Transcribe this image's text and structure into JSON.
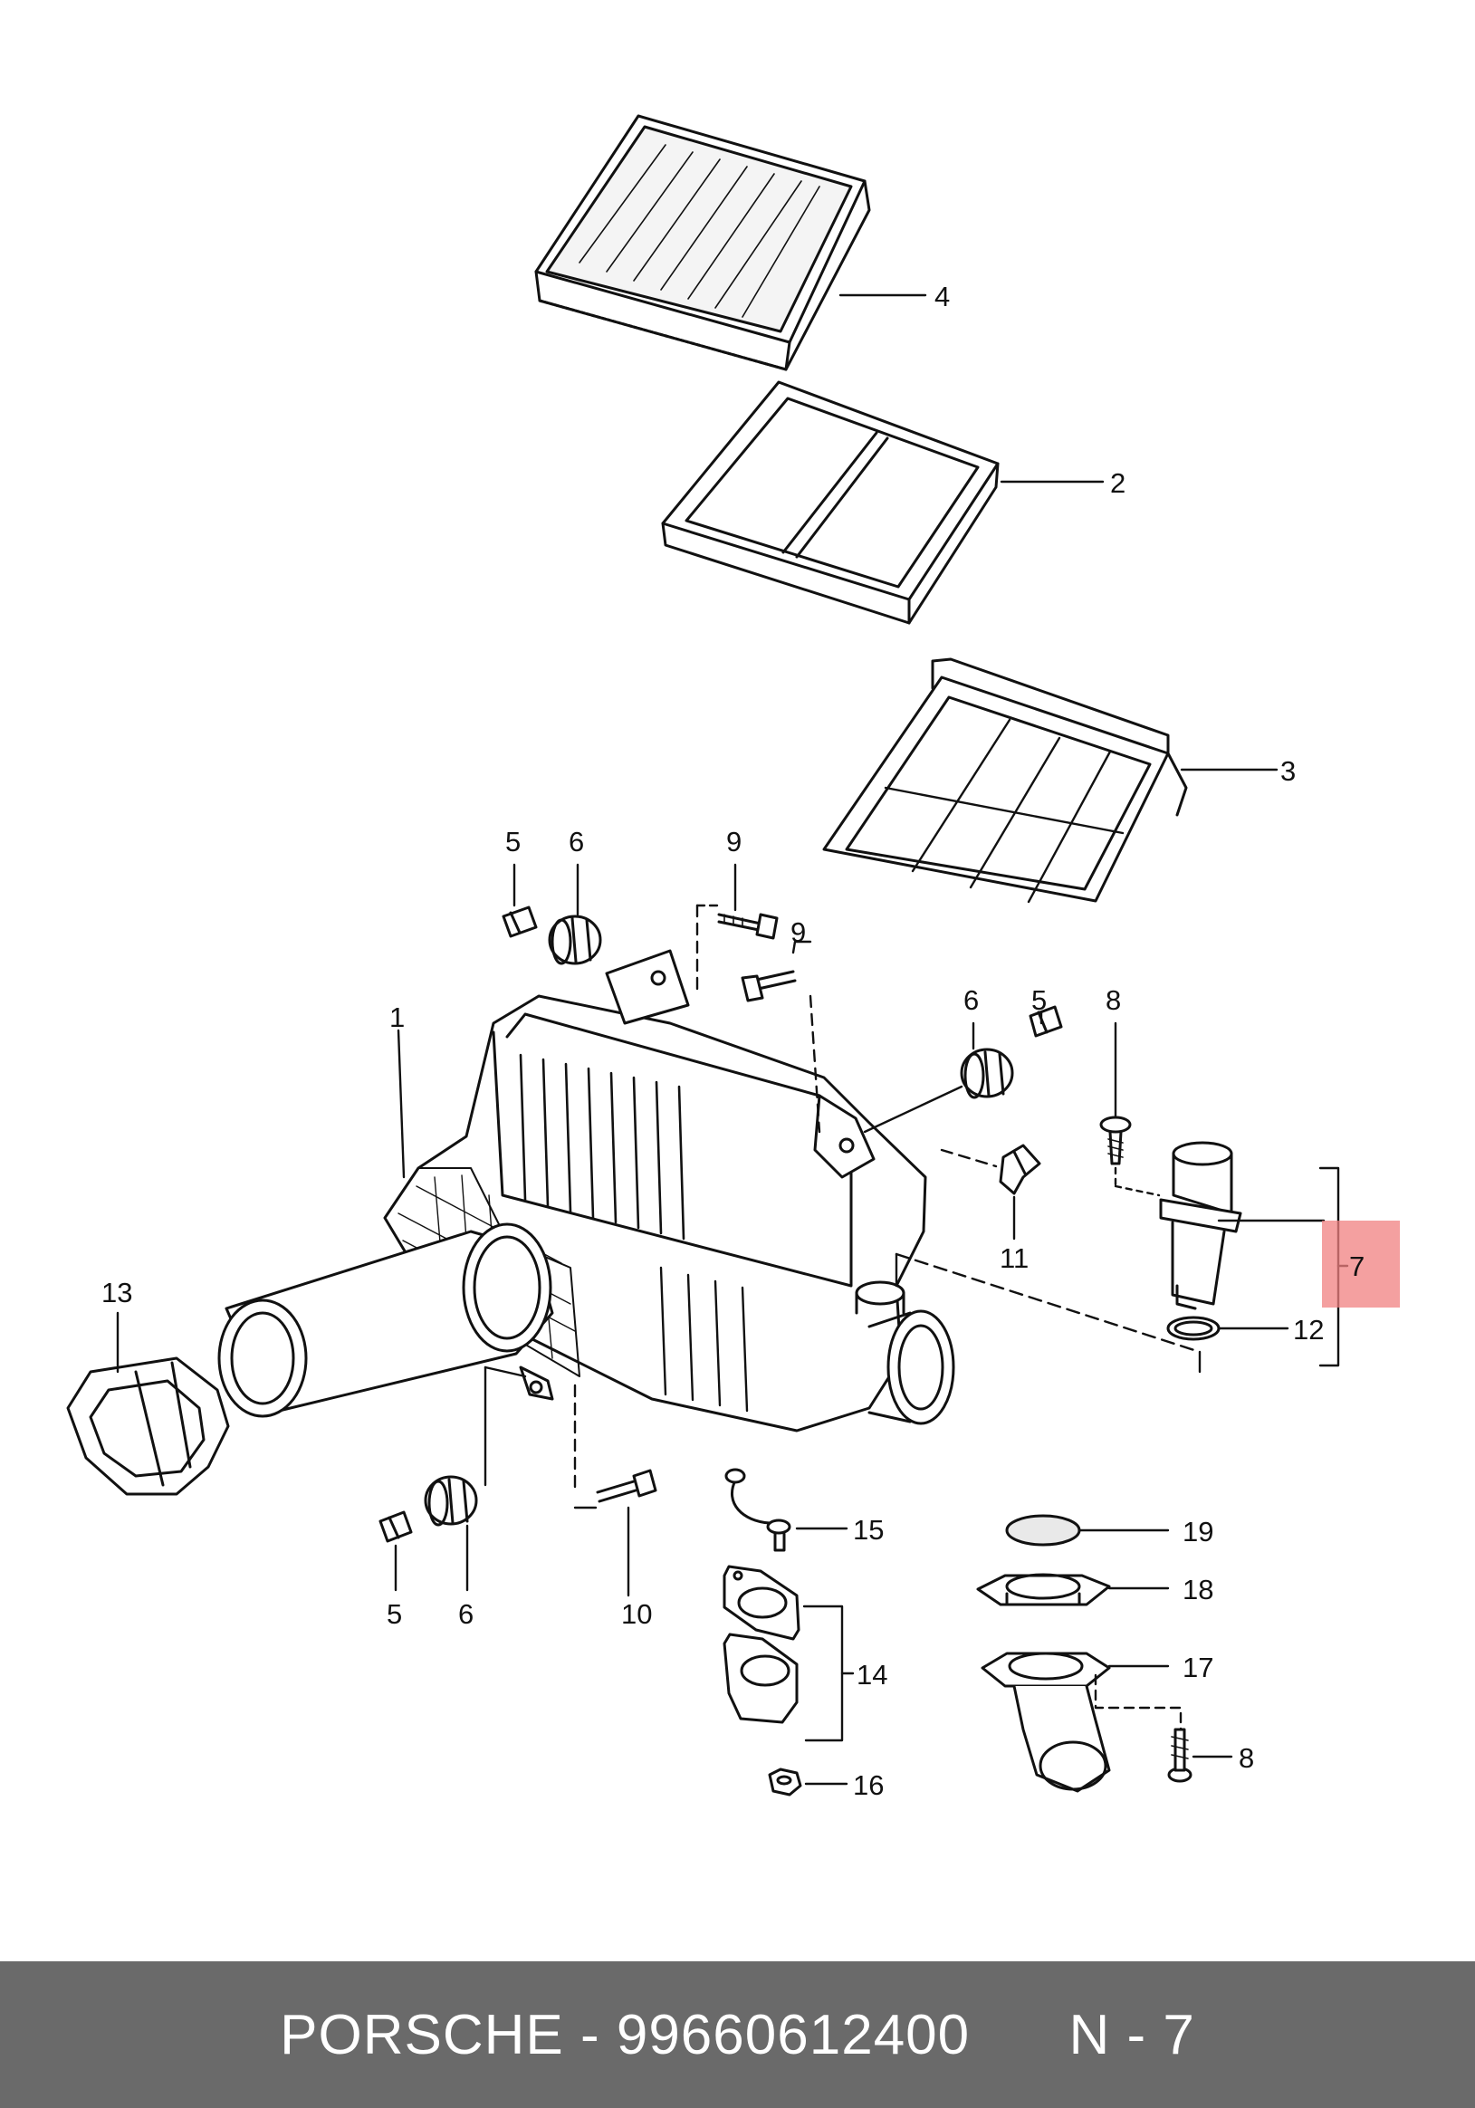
{
  "colors": {
    "ink": "#111111",
    "footer_bg": "#6a6a6a",
    "footer_text": "#ffffff",
    "highlight": "#f08080"
  },
  "callouts": {
    "c4": "4",
    "c2": "2",
    "c3": "3",
    "c5a": "5",
    "c6a": "6",
    "c9a": "9",
    "c9b": "9",
    "c6b": "6",
    "c5b": "5",
    "c8a": "8",
    "c1": "1",
    "c11": "11",
    "c7": "7",
    "c12": "12",
    "c13": "13",
    "c15": "15",
    "c5c": "5",
    "c6c": "6",
    "c10": "10",
    "c14": "14",
    "c16": "16",
    "c19": "19",
    "c18": "18",
    "c17": "17",
    "c8b": "8"
  },
  "footer": {
    "brand": "PORSCHE",
    "part_number": "99660612400",
    "ref": "N - 7"
  }
}
